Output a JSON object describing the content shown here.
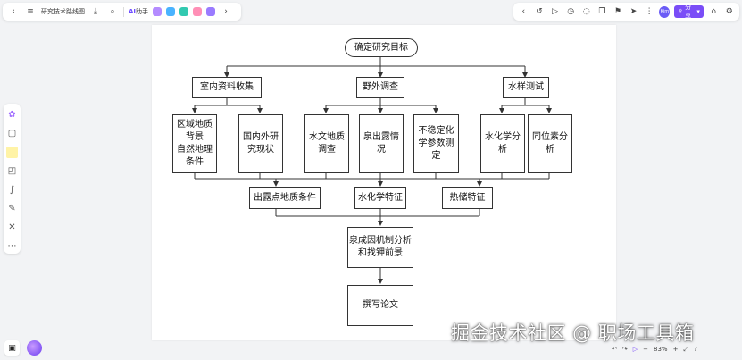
{
  "toolbar": {
    "back_icon": "chevron-left-icon",
    "menu_icon": "hamburger-icon",
    "document_title": "研究技术路线图",
    "ai_label_prefix": "AI",
    "ai_label": "助手",
    "share_label": "分享",
    "user_initials": "Kim"
  },
  "flowchart": {
    "root": "确定研究目标",
    "level1": [
      "室内资料收集",
      "野外调查",
      "水样测试"
    ],
    "level2": [
      "区域地质\n背景\n自然地理\n条件",
      "国内外研\n究现状",
      "水文地质\n调查",
      "泉出露情\n况",
      "不稳定化\n学参数测\n定",
      "水化学分\n析",
      "同位素分\n析"
    ],
    "level3": [
      "出露点地质条件",
      "水化学特征",
      "热储特征"
    ],
    "analysis": "泉成因机制分析\n和找钾前景",
    "final": "撰写论文"
  },
  "bottom": {
    "zoom": "83%"
  },
  "watermark": "掘金技术社区 @ 职场工具箱",
  "colors": {
    "accent": "#7a4df7",
    "canvas_bg": "#f2f3f5",
    "line": "#333333"
  }
}
